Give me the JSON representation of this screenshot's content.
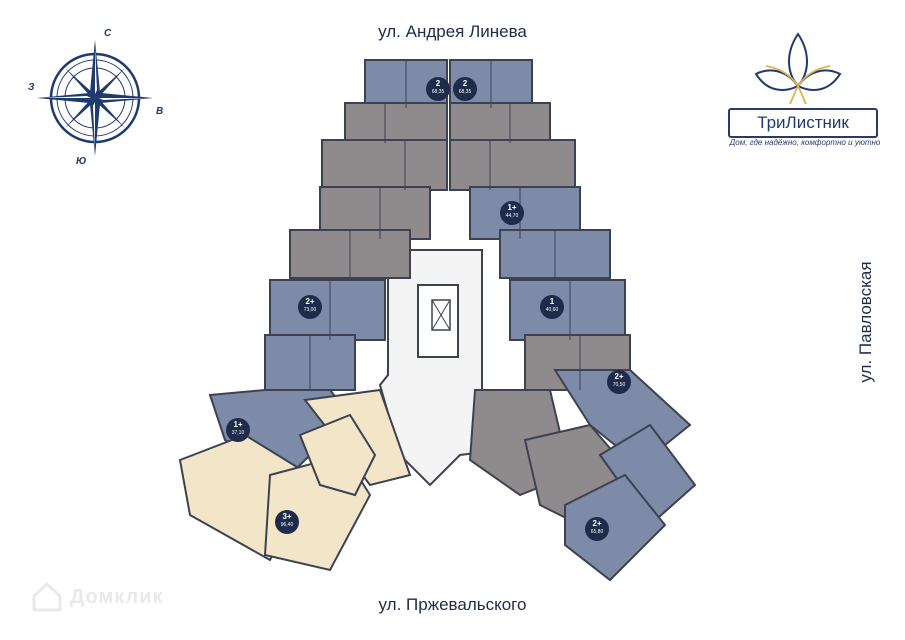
{
  "streets": {
    "top": "ул. Андрея Линева",
    "bottom": "ул. Пржевальского",
    "right": "ул. Павловская"
  },
  "compass": {
    "north": "С",
    "south": "Ю",
    "east": "В",
    "west": "З"
  },
  "logo": {
    "name": "ТриЛистник",
    "tagline": "Дом, где надёжно, комфортно и уютно"
  },
  "apartments": [
    {
      "rooms": "2",
      "area": "68,35"
    },
    {
      "rooms": "2",
      "area": "68,35"
    },
    {
      "rooms": "1+",
      "area": "44,70"
    },
    {
      "rooms": "2+",
      "area": "73,00"
    },
    {
      "rooms": "1",
      "area": "40,60"
    },
    {
      "rooms": "2+",
      "area": "70,50"
    },
    {
      "rooms": "1+",
      "area": "37,10"
    },
    {
      "rooms": "3+",
      "area": "96,40"
    },
    {
      "rooms": "2+",
      "area": "65,80"
    }
  ],
  "watermark": "Домклик",
  "colors": {
    "blue_unit": "#7d8ba8",
    "grey_unit": "#8f8b8c",
    "beige_unit": "#f3e6c8",
    "wall": "#3d4252",
    "accent": "#1e2b4a"
  }
}
